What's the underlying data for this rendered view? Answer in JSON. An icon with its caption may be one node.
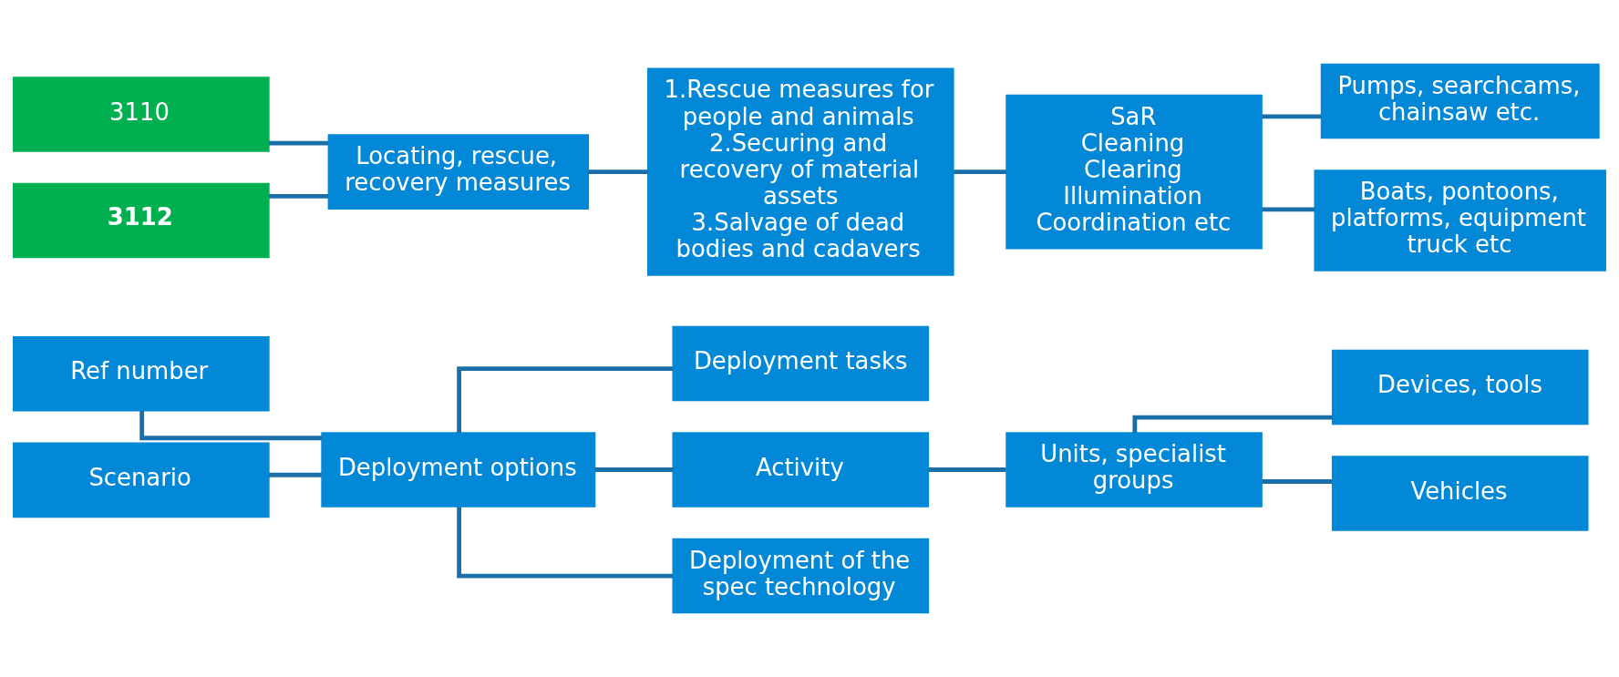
{
  "diagram": {
    "nodes": [
      {
        "text": [
          "Ref number"
        ]
      },
      {
        "text": [
          "Scenario"
        ]
      },
      {
        "text": [
          "Deployment options"
        ]
      },
      {
        "text": [
          "Deployment tasks"
        ]
      },
      {
        "text": [
          "Activity"
        ]
      },
      {
        "text": [
          "Deployment of the spec technology"
        ]
      },
      {
        "text": [
          "Units, specialist groups"
        ]
      },
      {
        "text": [
          "Devices, tools"
        ]
      },
      {
        "text": [
          "Vehicles"
        ]
      },
      {
        "text": [
          "3110"
        ]
      },
      {
        "text": [
          "3112"
        ]
      },
      {
        "text": [
          "Locating, rescue, recovery measures"
        ]
      },
      {
        "text": [
          "1.Rescue measures for people and animals",
          "2.Securing and recovery of material assets",
          "3.Salvage of dead bodies and cadavers"
        ]
      },
      {
        "text": [
          "SaR",
          "Cleaning",
          "Clearing",
          "Illumination",
          "Coordination etc"
        ]
      },
      {
        "text": [
          "Pumps, searchcams, chainsaw etc."
        ]
      },
      {
        "text": [
          "Boats, pontoons, platforms, equipment truck etc"
        ]
      }
    ],
    "edges": [
      {
        "from": 0,
        "to": 2,
        "arrow": "none"
      },
      {
        "from": 1,
        "to": 2,
        "arrow": "none"
      },
      {
        "from": 2,
        "to": 3,
        "arrow": "none"
      },
      {
        "from": 2,
        "to": 4,
        "arrow": "none"
      },
      {
        "from": 2,
        "to": 5,
        "arrow": "none"
      },
      {
        "from": 4,
        "to": 6,
        "arrow": "none"
      },
      {
        "from": 6,
        "to": 7,
        "arrow": "none"
      },
      {
        "from": 6,
        "to": 8,
        "arrow": "none"
      },
      {
        "from": 9,
        "to": 11,
        "arrow": "none"
      },
      {
        "from": 10,
        "to": 11,
        "arrow": "none"
      },
      {
        "from": 11,
        "to": 12,
        "arrow": "none"
      },
      {
        "from": 12,
        "to": 13,
        "arrow": "none"
      },
      {
        "from": 13,
        "to": 14,
        "arrow": "none"
      },
      {
        "from": 13,
        "to": 15,
        "arrow": "none"
      }
    ]
  }
}
